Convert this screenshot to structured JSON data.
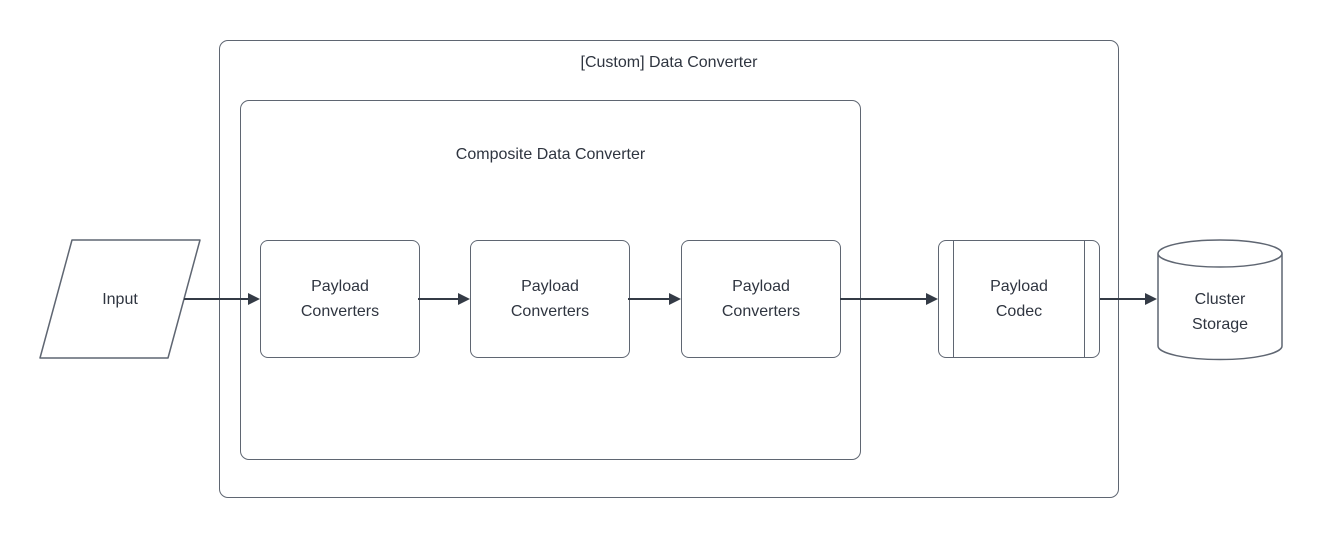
{
  "diagram": {
    "outer_container": {
      "label": "[Custom] Data Converter"
    },
    "inner_container": {
      "label": "Composite Data Converter"
    },
    "nodes": {
      "input": {
        "label": "Input",
        "shape": "parallelogram"
      },
      "payload_converters": [
        {
          "label": "Payload\nConverters"
        },
        {
          "label": "Payload\nConverters"
        },
        {
          "label": "Payload\nConverters"
        }
      ],
      "payload_codec": {
        "label": "Payload\nCodec",
        "shape": "predefined-process"
      },
      "cluster_storage": {
        "label": "Cluster\nStorage",
        "shape": "cylinder"
      }
    },
    "flow": [
      "input -> payload-converters-1",
      "payload-converters-1 -> payload-converters-2",
      "payload-converters-2 -> payload-converters-3",
      "payload-converters-3 -> payload-codec",
      "payload-codec -> cluster-storage"
    ],
    "colors": {
      "shape_stroke": "#5f6672",
      "arrow": "#343b46",
      "text": "#2f3540",
      "background": "#ffffff"
    }
  }
}
